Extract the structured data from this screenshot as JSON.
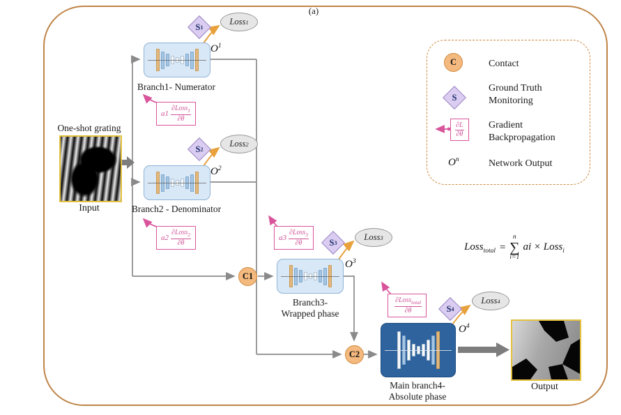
{
  "figure_label": "(a)",
  "colors": {
    "frame": "#bf8447",
    "legend_border": "#cf8a3e",
    "contact_fill": "#f4b97e",
    "diamond_fill": "#dacdf1",
    "block_light": "#d9e8f7",
    "block_dark": "#2e639d",
    "pink": "#d9549a",
    "orange_arrow": "#e8a13c",
    "gray_line": "#8a8a8a",
    "image_border": "#e4c13d"
  },
  "input": {
    "title": "One-shot grating",
    "caption": "Input"
  },
  "output": {
    "caption": "Output"
  },
  "branches": [
    {
      "label": "Branch1- Numerator",
      "label2": "",
      "o": {
        "base": "O",
        "sup": "1"
      },
      "s": {
        "base": "S",
        "sup": "1"
      },
      "loss": {
        "base": "Loss",
        "sub": "1"
      },
      "grad": {
        "coeff": "a1",
        "num_base": "∂Loss",
        "num_sub": "1",
        "den": "∂θ"
      }
    },
    {
      "label": "Branch2 - Denominator",
      "label2": "",
      "o": {
        "base": "O",
        "sup": "2"
      },
      "s": {
        "base": "S",
        "sup": "2"
      },
      "loss": {
        "base": "Loss",
        "sub": "2"
      },
      "grad": {
        "coeff": "a2",
        "num_base": "∂Loss",
        "num_sub": "2",
        "den": "∂θ"
      }
    },
    {
      "label": "Branch3-",
      "label2": "Wrapped phase",
      "o": {
        "base": "O",
        "sup": "3"
      },
      "s": {
        "base": "S",
        "sup": "3"
      },
      "loss": {
        "base": "Loss",
        "sub": "3"
      },
      "grad": {
        "coeff": "a3",
        "num_base": "∂Loss",
        "num_sub": "3",
        "den": "∂θ"
      }
    },
    {
      "label": "Main branch4-",
      "label2": "Absolute phase",
      "o": {
        "base": "O",
        "sup": "4"
      },
      "s": {
        "base": "S",
        "sup": "4"
      },
      "loss": {
        "base": "Loss",
        "sub": "4"
      },
      "grad": {
        "coeff": "",
        "num_base": "∂Loss",
        "num_sub": "total",
        "den": "∂θ"
      }
    }
  ],
  "contacts": [
    {
      "label": "C1"
    },
    {
      "label": "C2"
    }
  ],
  "legend": {
    "contact_symbol": "C",
    "contact_label": "Contact",
    "gt_symbol": "S",
    "gt_label": "Ground Truth Monitoring",
    "grad_num": "∂L",
    "grad_den": "∂θ",
    "grad_label": "Gradient Backpropagation",
    "out_base": "O",
    "out_sup": "n",
    "out_label": "Network Output"
  },
  "formula": {
    "lhs_base": "Loss",
    "lhs_sub": "total",
    "eq": "=",
    "sum_upper": "n",
    "sum_symbol": "∑",
    "sum_lower": "i=1",
    "rhs_base": "ai × Loss",
    "rhs_sub": "i"
  }
}
